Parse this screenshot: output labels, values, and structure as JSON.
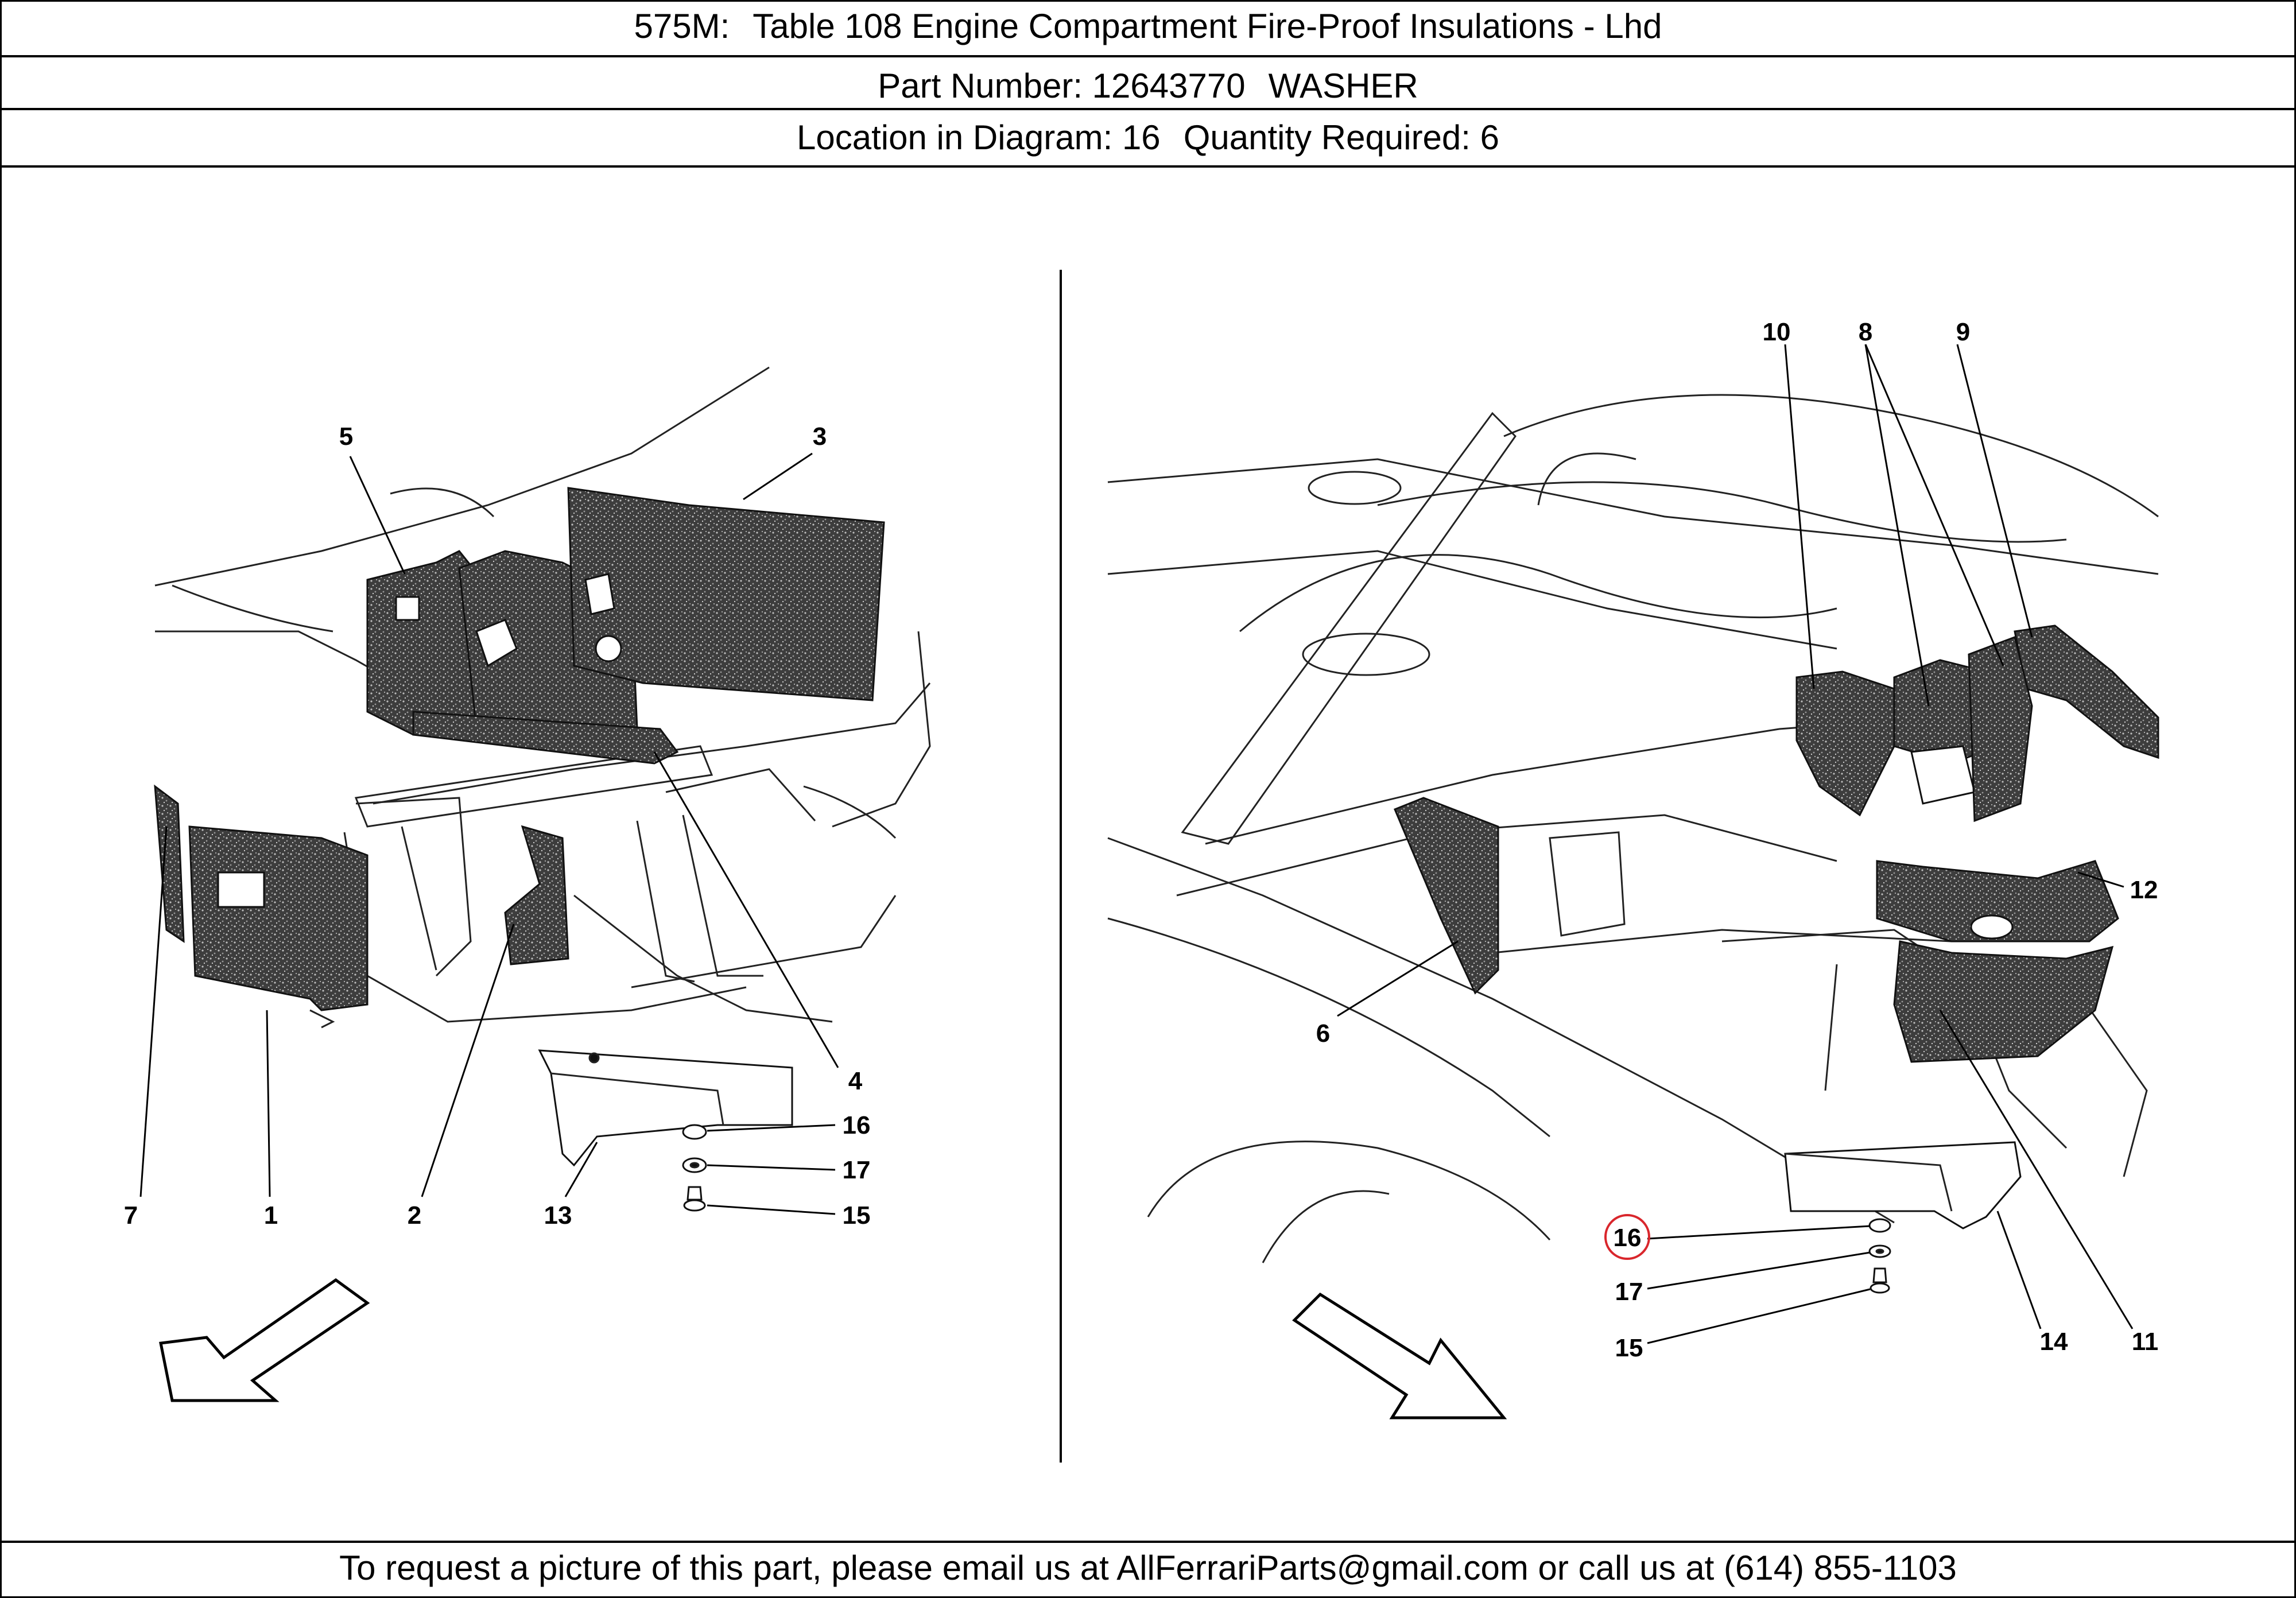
{
  "header": {
    "model": "575M:",
    "table_title": "Table 108 Engine Compartment Fire-Proof Insulations - Lhd",
    "part_number_label": "Part Number: 12643770",
    "part_name": "WASHER",
    "location_label": "Location in Diagram: 16",
    "quantity_label": "Quantity Required: 6"
  },
  "diagram": {
    "highlighted_callout": "16",
    "highlight_color": "#d9262c",
    "left_callouts": [
      "5",
      "3",
      "4",
      "7",
      "1",
      "2",
      "13",
      "16",
      "17",
      "15"
    ],
    "right_callouts": [
      "10",
      "8",
      "9",
      "12",
      "6",
      "11",
      "14",
      "16",
      "17",
      "15"
    ]
  },
  "footer": {
    "text": "To request a picture of this part, please email us at AllFerrariParts@gmail.com or call us at (614) 855-1103"
  }
}
